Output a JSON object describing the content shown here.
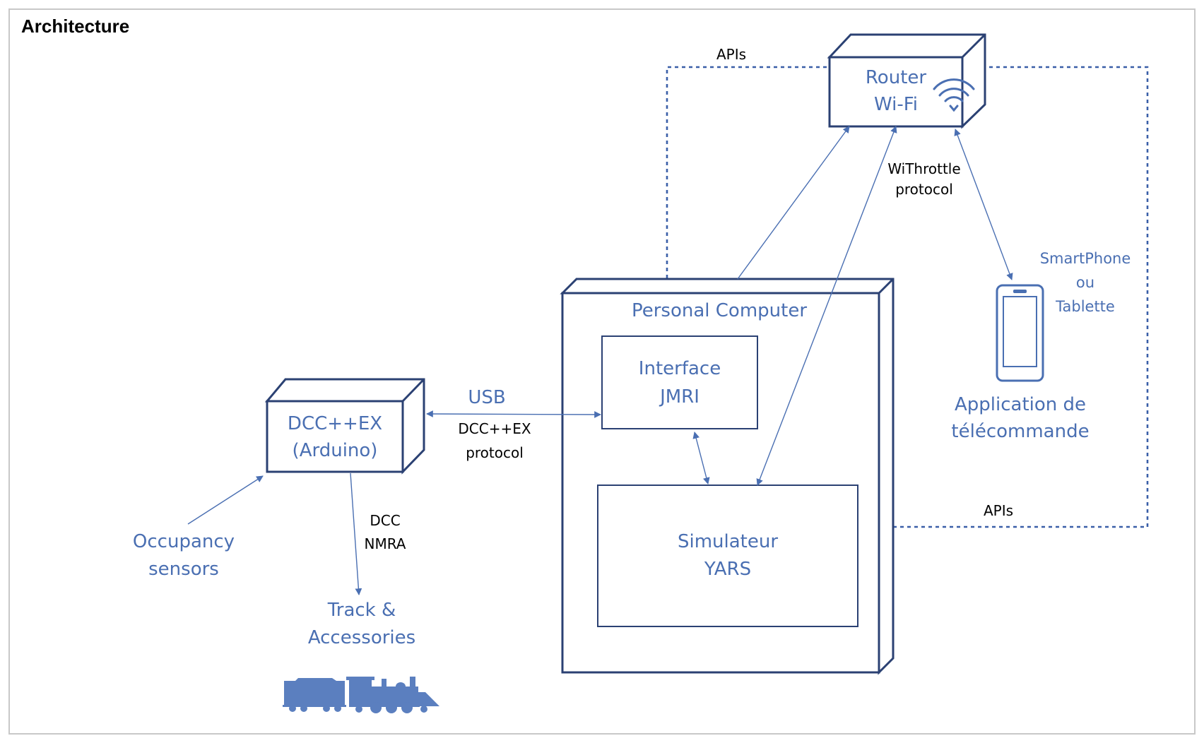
{
  "title": "Architecture",
  "nodes": {
    "router": [
      "Router",
      "Wi-Fi"
    ],
    "pc": "Personal Computer",
    "jmri": [
      "Interface",
      "JMRI"
    ],
    "yars": [
      "Simulateur",
      "YARS"
    ],
    "dcc": [
      "DCC++EX",
      "(Arduino)"
    ],
    "phone": [
      "SmartPhone",
      "ou",
      "Tablette"
    ],
    "app": [
      "Application de",
      "télécommande"
    ],
    "sensors": [
      "Occupancy",
      "sensors"
    ],
    "track": [
      "Track &",
      "Accessories"
    ]
  },
  "edges": {
    "apis_top": "APIs",
    "apis_right": "APIs",
    "withrottle": [
      "WiThrottle",
      "protocol"
    ],
    "usb": "USB",
    "dccex_protocol": [
      "DCC++EX",
      "protocol"
    ],
    "dcc_nmra": [
      "DCC",
      "NMRA"
    ]
  },
  "colors": {
    "accent": "#4a6fb2",
    "box_stroke": "#2b4173",
    "icon_fill": "#5b7fbf"
  }
}
